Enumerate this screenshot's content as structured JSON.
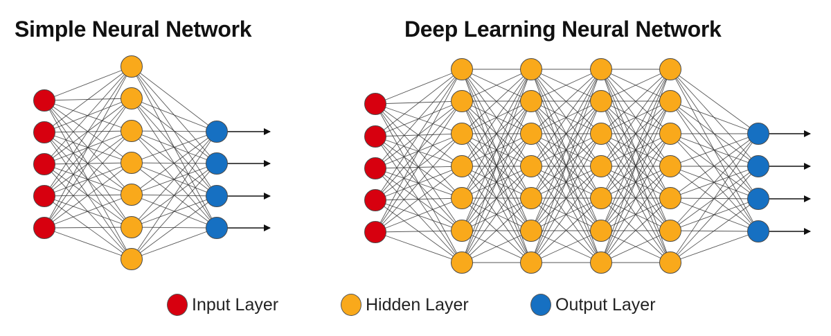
{
  "colors": {
    "input": "#d7000f",
    "hidden": "#f9a91b",
    "output": "#1670c2",
    "edge": "#2a2a2a",
    "node_stroke": "#4a4a4a"
  },
  "simple_network": {
    "title": "Simple Neural Network",
    "layers": [
      {
        "type": "input",
        "nodes": 5
      },
      {
        "type": "hidden",
        "nodes": 7
      },
      {
        "type": "output",
        "nodes": 4
      }
    ],
    "output_arrows": 4
  },
  "deep_network": {
    "title": "Deep Learning Neural Network",
    "layers": [
      {
        "type": "input",
        "nodes": 5
      },
      {
        "type": "hidden",
        "nodes": 7
      },
      {
        "type": "hidden",
        "nodes": 7
      },
      {
        "type": "hidden",
        "nodes": 7
      },
      {
        "type": "hidden",
        "nodes": 7
      },
      {
        "type": "output",
        "nodes": 4
      }
    ],
    "output_arrows": 4
  },
  "legend": {
    "items": [
      {
        "type": "input",
        "label": "Input Layer"
      },
      {
        "type": "hidden",
        "label": "Hidden Layer"
      },
      {
        "type": "output",
        "label": "Output Layer"
      }
    ]
  }
}
